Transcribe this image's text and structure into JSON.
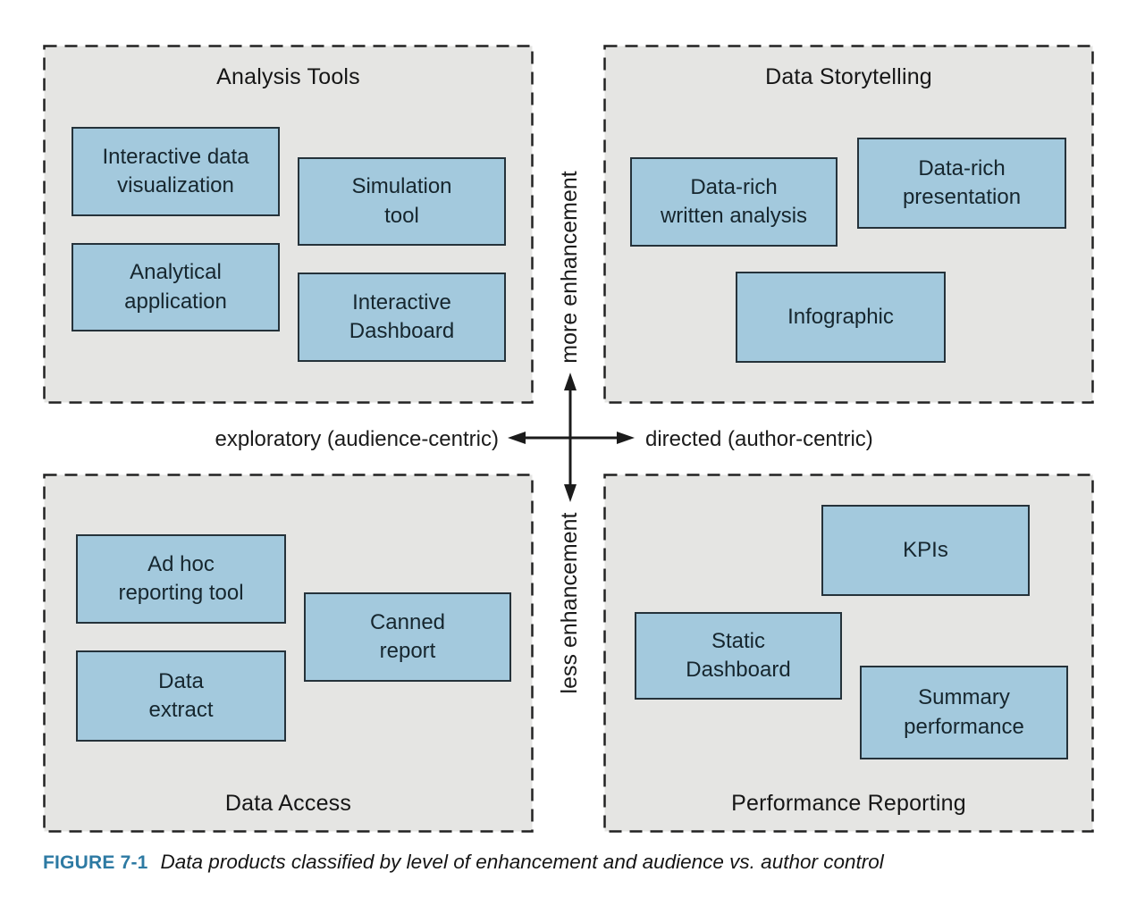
{
  "quadrants": [
    {
      "title": "Analysis Tools",
      "boxes": [
        {
          "label": "Interactive data\nvisualization"
        },
        {
          "label": "Simulation\ntool"
        },
        {
          "label": "Analytical\napplication"
        },
        {
          "label": "Interactive\nDashboard"
        }
      ]
    },
    {
      "title": "Data Storytelling",
      "boxes": [
        {
          "label": "Data-rich\nwritten analysis"
        },
        {
          "label": "Data-rich\npresentation"
        },
        {
          "label": "Infographic"
        }
      ]
    },
    {
      "title": "Data Access",
      "boxes": [
        {
          "label": "Ad hoc\nreporting tool"
        },
        {
          "label": "Canned\nreport"
        },
        {
          "label": "Data\nextract"
        }
      ]
    },
    {
      "title": "Performance Reporting",
      "boxes": [
        {
          "label": "KPIs"
        },
        {
          "label": "Static\nDashboard"
        },
        {
          "label": "Summary\nperformance"
        }
      ]
    }
  ],
  "axes": {
    "vertical_top_label": "more enhancement",
    "vertical_bottom_label": "less enhancement",
    "horizontal_left_label": "exploratory (audience-centric)",
    "horizontal_right_label": "directed (author-centric)"
  },
  "caption": {
    "label": "FIGURE 7-1",
    "text": "Data products classified by level of enhancement and audience vs. author control"
  },
  "colors": {
    "box_fill": "#a3c9dd",
    "box_border": "#25323a",
    "quadrant_fill": "#e5e5e3",
    "quadrant_border": "#222222",
    "arrow": "#1b1b1b",
    "caption_accent": "#2d7aa3",
    "text_dark": "#16262e"
  }
}
